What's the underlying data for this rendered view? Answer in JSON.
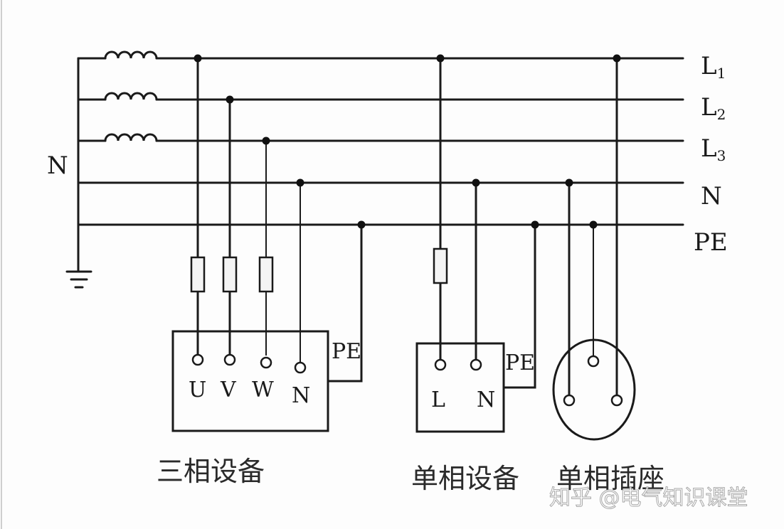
{
  "lines": {
    "l1": "L",
    "l1_sub": "1",
    "l2": "L",
    "l2_sub": "2",
    "l3": "L",
    "l3_sub": "3",
    "n": "N",
    "pe": "PE"
  },
  "source": {
    "neutral_label": "N"
  },
  "three_phase": {
    "caption": "三相设备",
    "terminals": [
      "U",
      "V",
      "W",
      "N"
    ],
    "pe_label": "PE"
  },
  "single_phase": {
    "caption": "单相设备",
    "terminals": [
      "L",
      "N"
    ],
    "pe_label": "PE"
  },
  "socket": {
    "caption": "单相插座"
  },
  "watermark": "知乎 @电气知识课堂"
}
